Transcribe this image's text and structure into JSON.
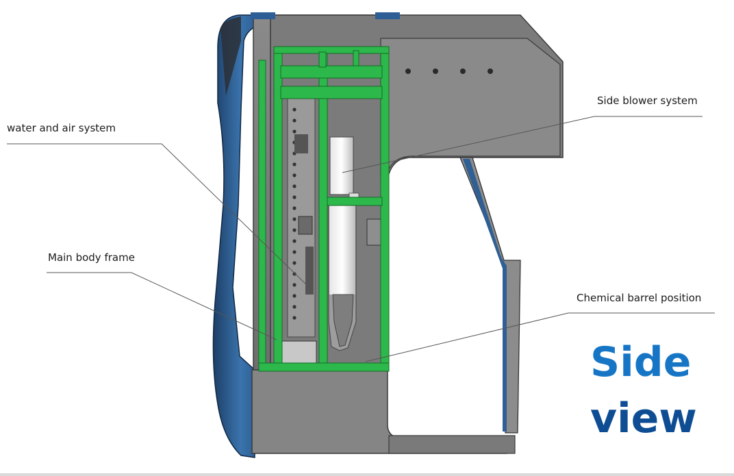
{
  "labels": {
    "water_air": "water and air system",
    "side_blower": "Side blower system",
    "main_frame": "Main body frame",
    "chemical_barrel": "Chemical  barrel position"
  },
  "title": {
    "line1": "Side",
    "line2": "view"
  },
  "colors": {
    "frame_green": "#2db84b",
    "panel_blue": "#2a5a8c",
    "panel_gray": "#7e7e7e",
    "title_gradient_top": "#1a7fd0",
    "title_gradient_bottom": "#0d3f7a"
  }
}
